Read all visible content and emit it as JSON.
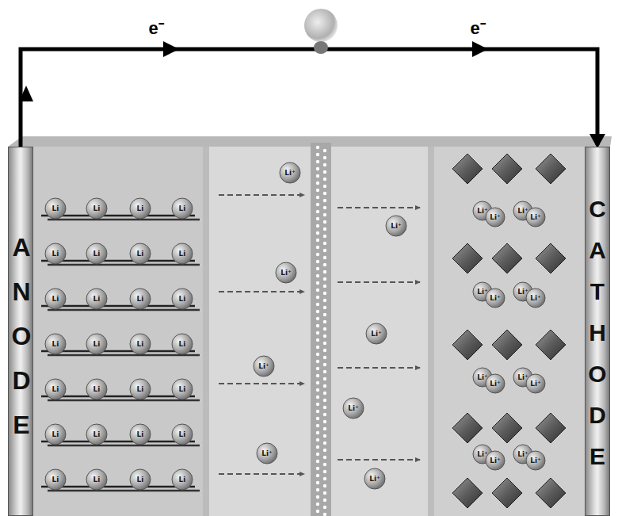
{
  "diagram": {
    "nodes": [
      {
        "text": [
          "ANODE"
        ]
      },
      {
        "text": [
          "CATHODE"
        ]
      }
    ],
    "edges": [
      {
        "from": 0,
        "to": 1,
        "arrow": "to",
        "label": "e⁻"
      }
    ],
    "labels": [
      "e⁻",
      "Li",
      "Li",
      "Li",
      "Li",
      "Li",
      "Li",
      "Li",
      "Li",
      "Li",
      "Li",
      "Li",
      "Li",
      "Li",
      "Li",
      "Li",
      "Li",
      "Li",
      "Li",
      "Li",
      "Li",
      "Li",
      "Li",
      "Li",
      "Li",
      "Li",
      "Li",
      "Li",
      "Li",
      "Li⁺",
      "Li⁺",
      "Li⁺",
      "Li⁺",
      "Li⁺",
      "Li⁺",
      "Li⁺",
      "Li⁺",
      "Li⁺",
      "Li⁺",
      "Li⁺",
      "Li⁺",
      "Li⁺",
      "Li⁺",
      "Li⁺",
      "Li⁺",
      "Li⁺",
      "Li⁺",
      "Li⁺",
      "Li⁺",
      "Li⁺",
      "Li⁺",
      "Li⁺",
      "Li⁺"
    ]
  }
}
